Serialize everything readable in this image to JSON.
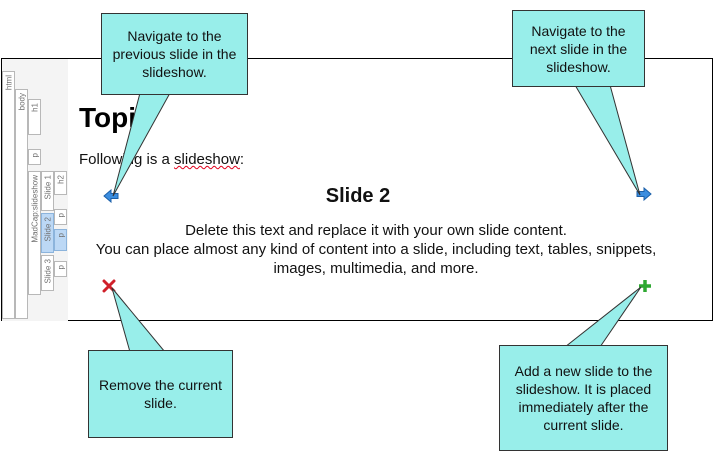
{
  "structure_bar": {
    "tags": [
      "html",
      "body",
      "h1",
      "p",
      "MadCap:slideshow",
      "Slide 1",
      "h2",
      "Slide 2",
      "p",
      "p",
      "Slide 3",
      "p"
    ]
  },
  "document": {
    "heading": "Topi",
    "paragraph_before": "Following is a ",
    "paragraph_word": "slideshow",
    "paragraph_after": ":"
  },
  "slide": {
    "title": "Slide 2",
    "line1": "Delete this text and replace it with your own slide content.",
    "line2": "You can place almost any kind of content into a slide, including text, tables, snippets,",
    "line3": "images, multimedia, and more."
  },
  "icons": {
    "prev": "arrow-left-icon",
    "next": "arrow-right-icon",
    "remove": "red-x-icon",
    "add": "green-plus-icon"
  },
  "colors": {
    "callout_fill": "#98eeea",
    "prev_next_blue": "#2f7fd0",
    "remove_red": "#d0202a",
    "add_green": "#2fa832",
    "selected_tag": "#bcd8f5"
  },
  "callouts": {
    "prev": "Navigate to the previous slide in the slideshow.",
    "next": "Navigate to the next slide in the slideshow.",
    "remove": "Remove the current slide.",
    "add": "Add a new slide to the slideshow. It is placed immediately after the current slide."
  }
}
